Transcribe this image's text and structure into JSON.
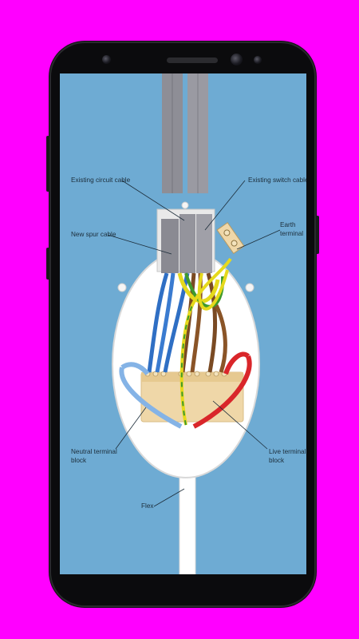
{
  "labels": {
    "existing_circuit_cable": "Existing circuit cable",
    "existing_switch_cable": "Existing switch cable",
    "new_spur_cable": "New spur cable",
    "earth_terminal_l1": "Earth",
    "earth_terminal_l2": "terminal",
    "neutral_block_l1": "Neutral terminal",
    "neutral_block_l2": "block",
    "live_block_l1": "Live terminal",
    "live_block_l2": "block",
    "flex": "Flex"
  },
  "colors": {
    "background": "#ff00ff",
    "screen_bg": "#6eabd3",
    "blue_wire": "#2f6fc4",
    "brown_wire": "#7a4a23",
    "red_wire": "#d9262a",
    "earth_yellow": "#e6d91c",
    "earth_green": "#3f9a2c",
    "terminal_block": "#efd7a8",
    "cable_grey": "#8e8e96"
  }
}
